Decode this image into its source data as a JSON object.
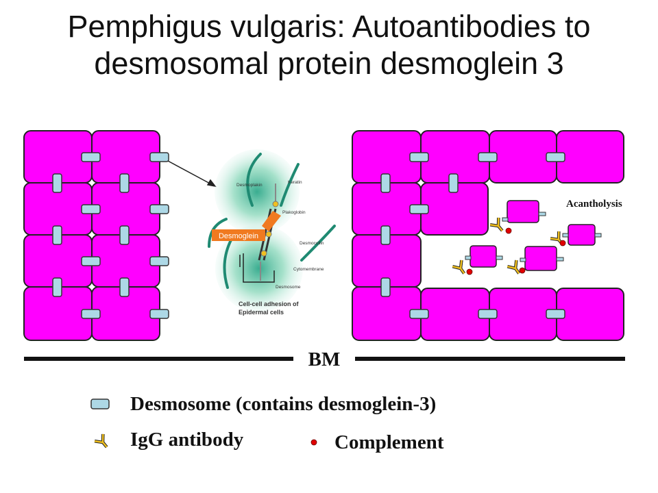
{
  "title": {
    "line1": "Pemphigus vulgaris: Autoantibodies to",
    "line2": "desmosomal protein desmoglein 3"
  },
  "labels": {
    "acantholysis": "Acantholysis",
    "basement_membrane": "BM"
  },
  "inset": {
    "desmoglein": "Desmoglein",
    "caption_line1": "Cell-cell adhesion of",
    "caption_line2": "Epidermal cells",
    "small_labels": [
      "Desmoplakin",
      "Keratin",
      "Plakoglobin",
      "Desmocollin",
      "Cytomembrane",
      "Desmosome"
    ]
  },
  "legend": {
    "desmosome": "Desmosome (contains desmoglein-3)",
    "igg": "IgG antibody",
    "complement": "Complement"
  },
  "colors": {
    "cell": "#ff00ff",
    "desmosome": "#add8e6",
    "antibody": "#f0c020",
    "complement": "#e00000",
    "desmoglein_box": "#f07a20",
    "inset_glow": "#7fd4b4"
  }
}
